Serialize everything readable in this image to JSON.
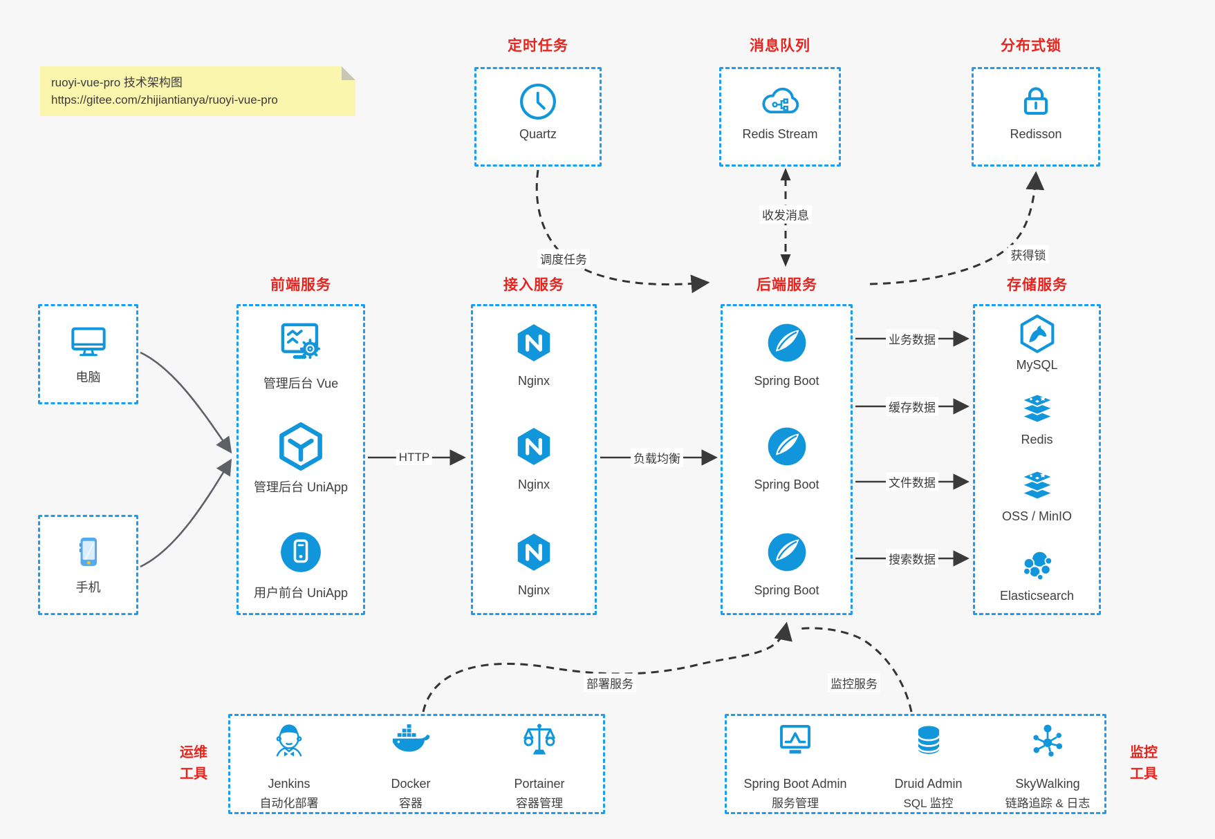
{
  "note": {
    "line1": "ruoyi-vue-pro 技术架构图",
    "line2": "https://gitee.com/zhijiantianya/ruoyi-vue-pro"
  },
  "colors": {
    "icon_blue": "#1296db",
    "box_dash_blue": "#1b9df3",
    "title_red": "#e8241f",
    "arrow_dark": "#3a3a3a",
    "client_arrow_gray": "#5d6066",
    "note_yellow": "#fbf6ae",
    "page_bg": "#f7f7f7"
  },
  "top_groups": [
    {
      "title": "定时任务",
      "item": {
        "label": "Quartz",
        "icon": "clock-icon"
      }
    },
    {
      "title": "消息队列",
      "item": {
        "label": "Redis Stream",
        "icon": "cloud-stream-icon"
      }
    },
    {
      "title": "分布式锁",
      "item": {
        "label": "Redisson",
        "icon": "lock-icon"
      }
    }
  ],
  "clients": [
    {
      "label": "电脑",
      "icon": "desktop-icon"
    },
    {
      "label": "手机",
      "icon": "mobile-icon"
    }
  ],
  "columns": [
    {
      "title": "前端服务",
      "items": [
        {
          "label": "管理后台 Vue",
          "icon": "admin-vue-icon"
        },
        {
          "label": "管理后台 UniApp",
          "icon": "uniapp-cube-icon"
        },
        {
          "label": "用户前台 UniApp",
          "icon": "uniapp-user-icon"
        }
      ]
    },
    {
      "title": "接入服务",
      "items": [
        {
          "label": "Nginx",
          "icon": "nginx-icon"
        },
        {
          "label": "Nginx",
          "icon": "nginx-icon"
        },
        {
          "label": "Nginx",
          "icon": "nginx-icon"
        }
      ]
    },
    {
      "title": "后端服务",
      "items": [
        {
          "label": "Spring Boot",
          "icon": "spring-icon"
        },
        {
          "label": "Spring Boot",
          "icon": "spring-icon"
        },
        {
          "label": "Spring Boot",
          "icon": "spring-icon"
        }
      ]
    },
    {
      "title": "存储服务",
      "items": [
        {
          "label": "MySQL",
          "icon": "mysql-icon"
        },
        {
          "label": "Redis",
          "icon": "redis-stack-icon"
        },
        {
          "label": "OSS / MinIO",
          "icon": "oss-stack-icon"
        },
        {
          "label": "Elasticsearch",
          "icon": "elasticsearch-icon"
        }
      ]
    }
  ],
  "edges": {
    "http": "HTTP",
    "load_balance": "负载均衡",
    "schedule": "调度任务",
    "messaging": "收发消息",
    "acquire_lock": "获得锁",
    "business_data": "业务数据",
    "cache_data": "缓存数据",
    "file_data": "文件数据",
    "search_data": "搜索数据",
    "deploy": "部署服务",
    "monitor": "监控服务"
  },
  "bottom_groups": [
    {
      "title_line1": "运维",
      "title_line2": "工具",
      "items": [
        {
          "name": "Jenkins",
          "desc": "自动化部署",
          "icon": "jenkins-icon"
        },
        {
          "name": "Docker",
          "desc": "容器",
          "icon": "docker-icon"
        },
        {
          "name": "Portainer",
          "desc": "容器管理",
          "icon": "portainer-icon"
        }
      ]
    },
    {
      "title_line1": "监控",
      "title_line2": "工具",
      "items": [
        {
          "name": "Spring Boot Admin",
          "desc": "服务管理",
          "icon": "spring-boot-admin-icon"
        },
        {
          "name": "Druid Admin",
          "desc": "SQL 监控",
          "icon": "druid-icon"
        },
        {
          "name": "SkyWalking",
          "desc": "链路追踪 & 日志",
          "icon": "skywalking-icon"
        }
      ]
    }
  ]
}
